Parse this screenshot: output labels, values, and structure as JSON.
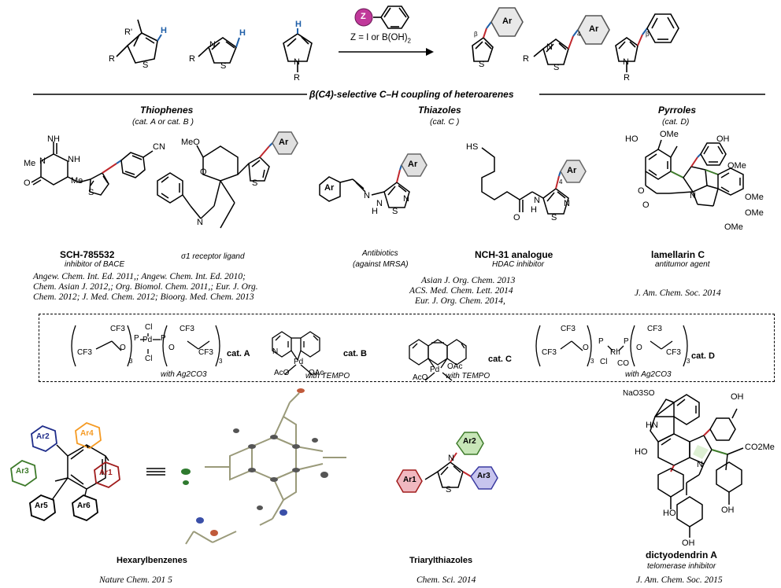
{
  "reaction": {
    "reagent_label": "Z",
    "condition": "Z = I or B(OH)",
    "condition_sub": "2",
    "title": "β(C4)-selective C–H coupling of heteroarenes",
    "r_prime": "R'",
    "r": "R",
    "h": "H",
    "s": "S",
    "n": "N",
    "ar": "Ar",
    "beta": "β",
    "four": "4"
  },
  "sections": {
    "thiophenes": {
      "title": "Thiophenes",
      "cat": "(cat. A or cat. B )"
    },
    "thiazoles": {
      "title": "Thiazoles",
      "cat": "(cat. C )"
    },
    "pyrroles": {
      "title": "Pyrroles",
      "cat": "(cat. D)"
    }
  },
  "compounds": {
    "sch": {
      "name": "SCH-785532",
      "desc": "inhibitor of BACE"
    },
    "sigma": {
      "desc": "σ1 receptor ligand"
    },
    "antibiotic": {
      "desc1": "Antibiotics",
      "desc2": "(against MRSA)"
    },
    "nch": {
      "name": "NCH-31 analogue",
      "desc": "HDAC inhibitor"
    },
    "lam": {
      "name": "lamellarin C",
      "desc": "antitumor agent"
    },
    "hexa": {
      "name": "Hexarylbenzenes",
      "ref": "Nature Chem. 201 5"
    },
    "tri": {
      "name": "Triarylthiazoles",
      "ref": "Chem. Sci. 2014"
    },
    "dicty": {
      "name": "dictyodendrin A",
      "desc": "telomerase inhibitor",
      "ref": "J. Am. Chem. Soc. 2015"
    }
  },
  "refs": {
    "thio1": "Angew. Chem. Int. Ed. 2011,; Angew. Chem. Int. Ed. 2010;",
    "thio2": "Chem. Asian J. 2012,; Org. Biomol. Chem. 2011,; Eur. J. Org.",
    "thio3": "Chem. 2012; J. Med. Chem. 2012; Bioorg. Med. Chem. 2013",
    "thz1": "Asian J. Org. Chem. 2013",
    "thz2": "ACS. Med. Chem. Lett. 2014",
    "thz3": "Eur. J. Org. Chem. 2014,",
    "pyr": "J. Am. Chem. Soc. 2014"
  },
  "catalysts": {
    "a": {
      "label": "cat. A",
      "note": "with Ag2CO3"
    },
    "b": {
      "label": "cat. B",
      "note": "with TEMPO"
    },
    "c": {
      "label": "cat. C",
      "note": "with TEMPO"
    },
    "d": {
      "label": "cat. D",
      "note": "with Ag2CO3"
    },
    "pd": "Pd",
    "rh": "Rh",
    "cl": "Cl",
    "p": "P",
    "co": "CO",
    "aco": "AcO",
    "oac": "OAc",
    "cf3": "CF3",
    "o": "O",
    "three": "3"
  },
  "atoms": {
    "nh": "NH",
    "hn": "HN",
    "h": "H",
    "n": "N",
    "o": "O",
    "s": "S",
    "me": "Me",
    "meo": "MeO",
    "ome": "OMe",
    "oh": "OH",
    "ho": "HO",
    "hs": "HS",
    "cn": "CN",
    "co2me": "CO2Me",
    "naso3o": "NaO3SO"
  },
  "aryls": [
    "Ar1",
    "Ar2",
    "Ar3",
    "Ar4",
    "Ar5",
    "Ar6"
  ],
  "colors": {
    "red": "#c0282d",
    "blue": "#1f5fa8",
    "green": "#3d7a2a",
    "magenta": "#b03080",
    "orange": "#f59a23",
    "navy": "#1f2d8a",
    "darkred": "#a01c1c"
  }
}
